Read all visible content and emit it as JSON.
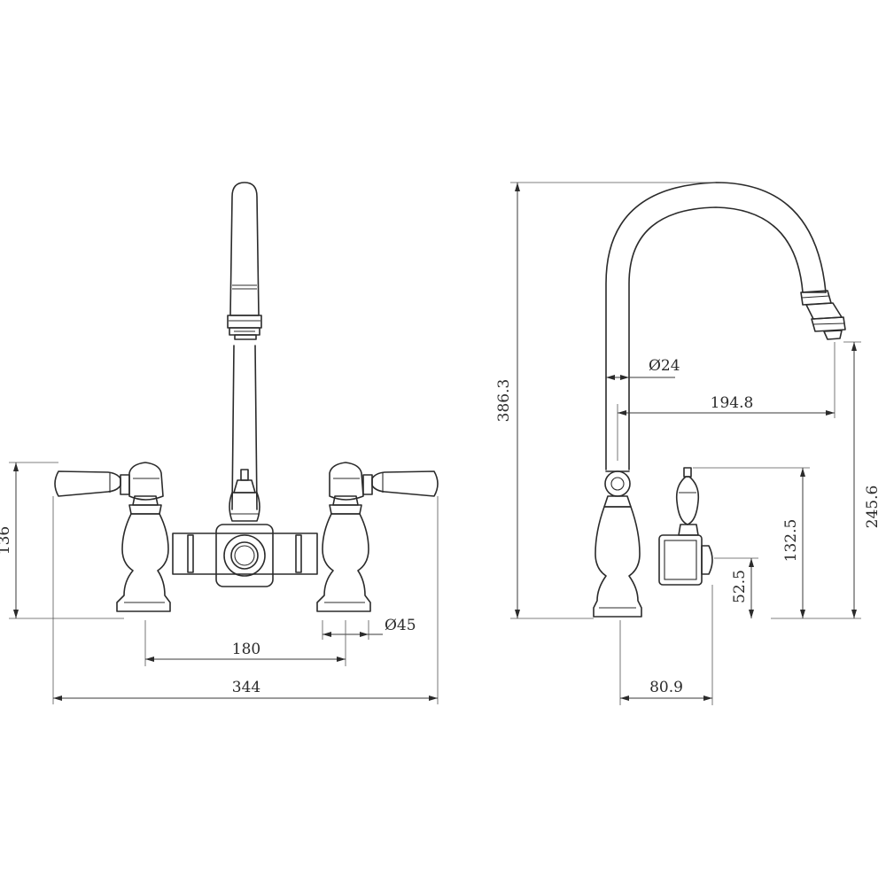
{
  "front_view": {
    "dim_height": "136",
    "dim_centers": "180",
    "dim_width": "344",
    "dim_hole_diameter": "Ø45"
  },
  "side_view": {
    "dim_total_height": "386.3",
    "dim_spout_diameter": "Ø24",
    "dim_spout_reach": "194.8",
    "dim_spout_outlet_height": "245.6",
    "dim_handle_height": "132.5",
    "dim_connector_height": "52.5",
    "dim_base_depth": "80.9"
  }
}
